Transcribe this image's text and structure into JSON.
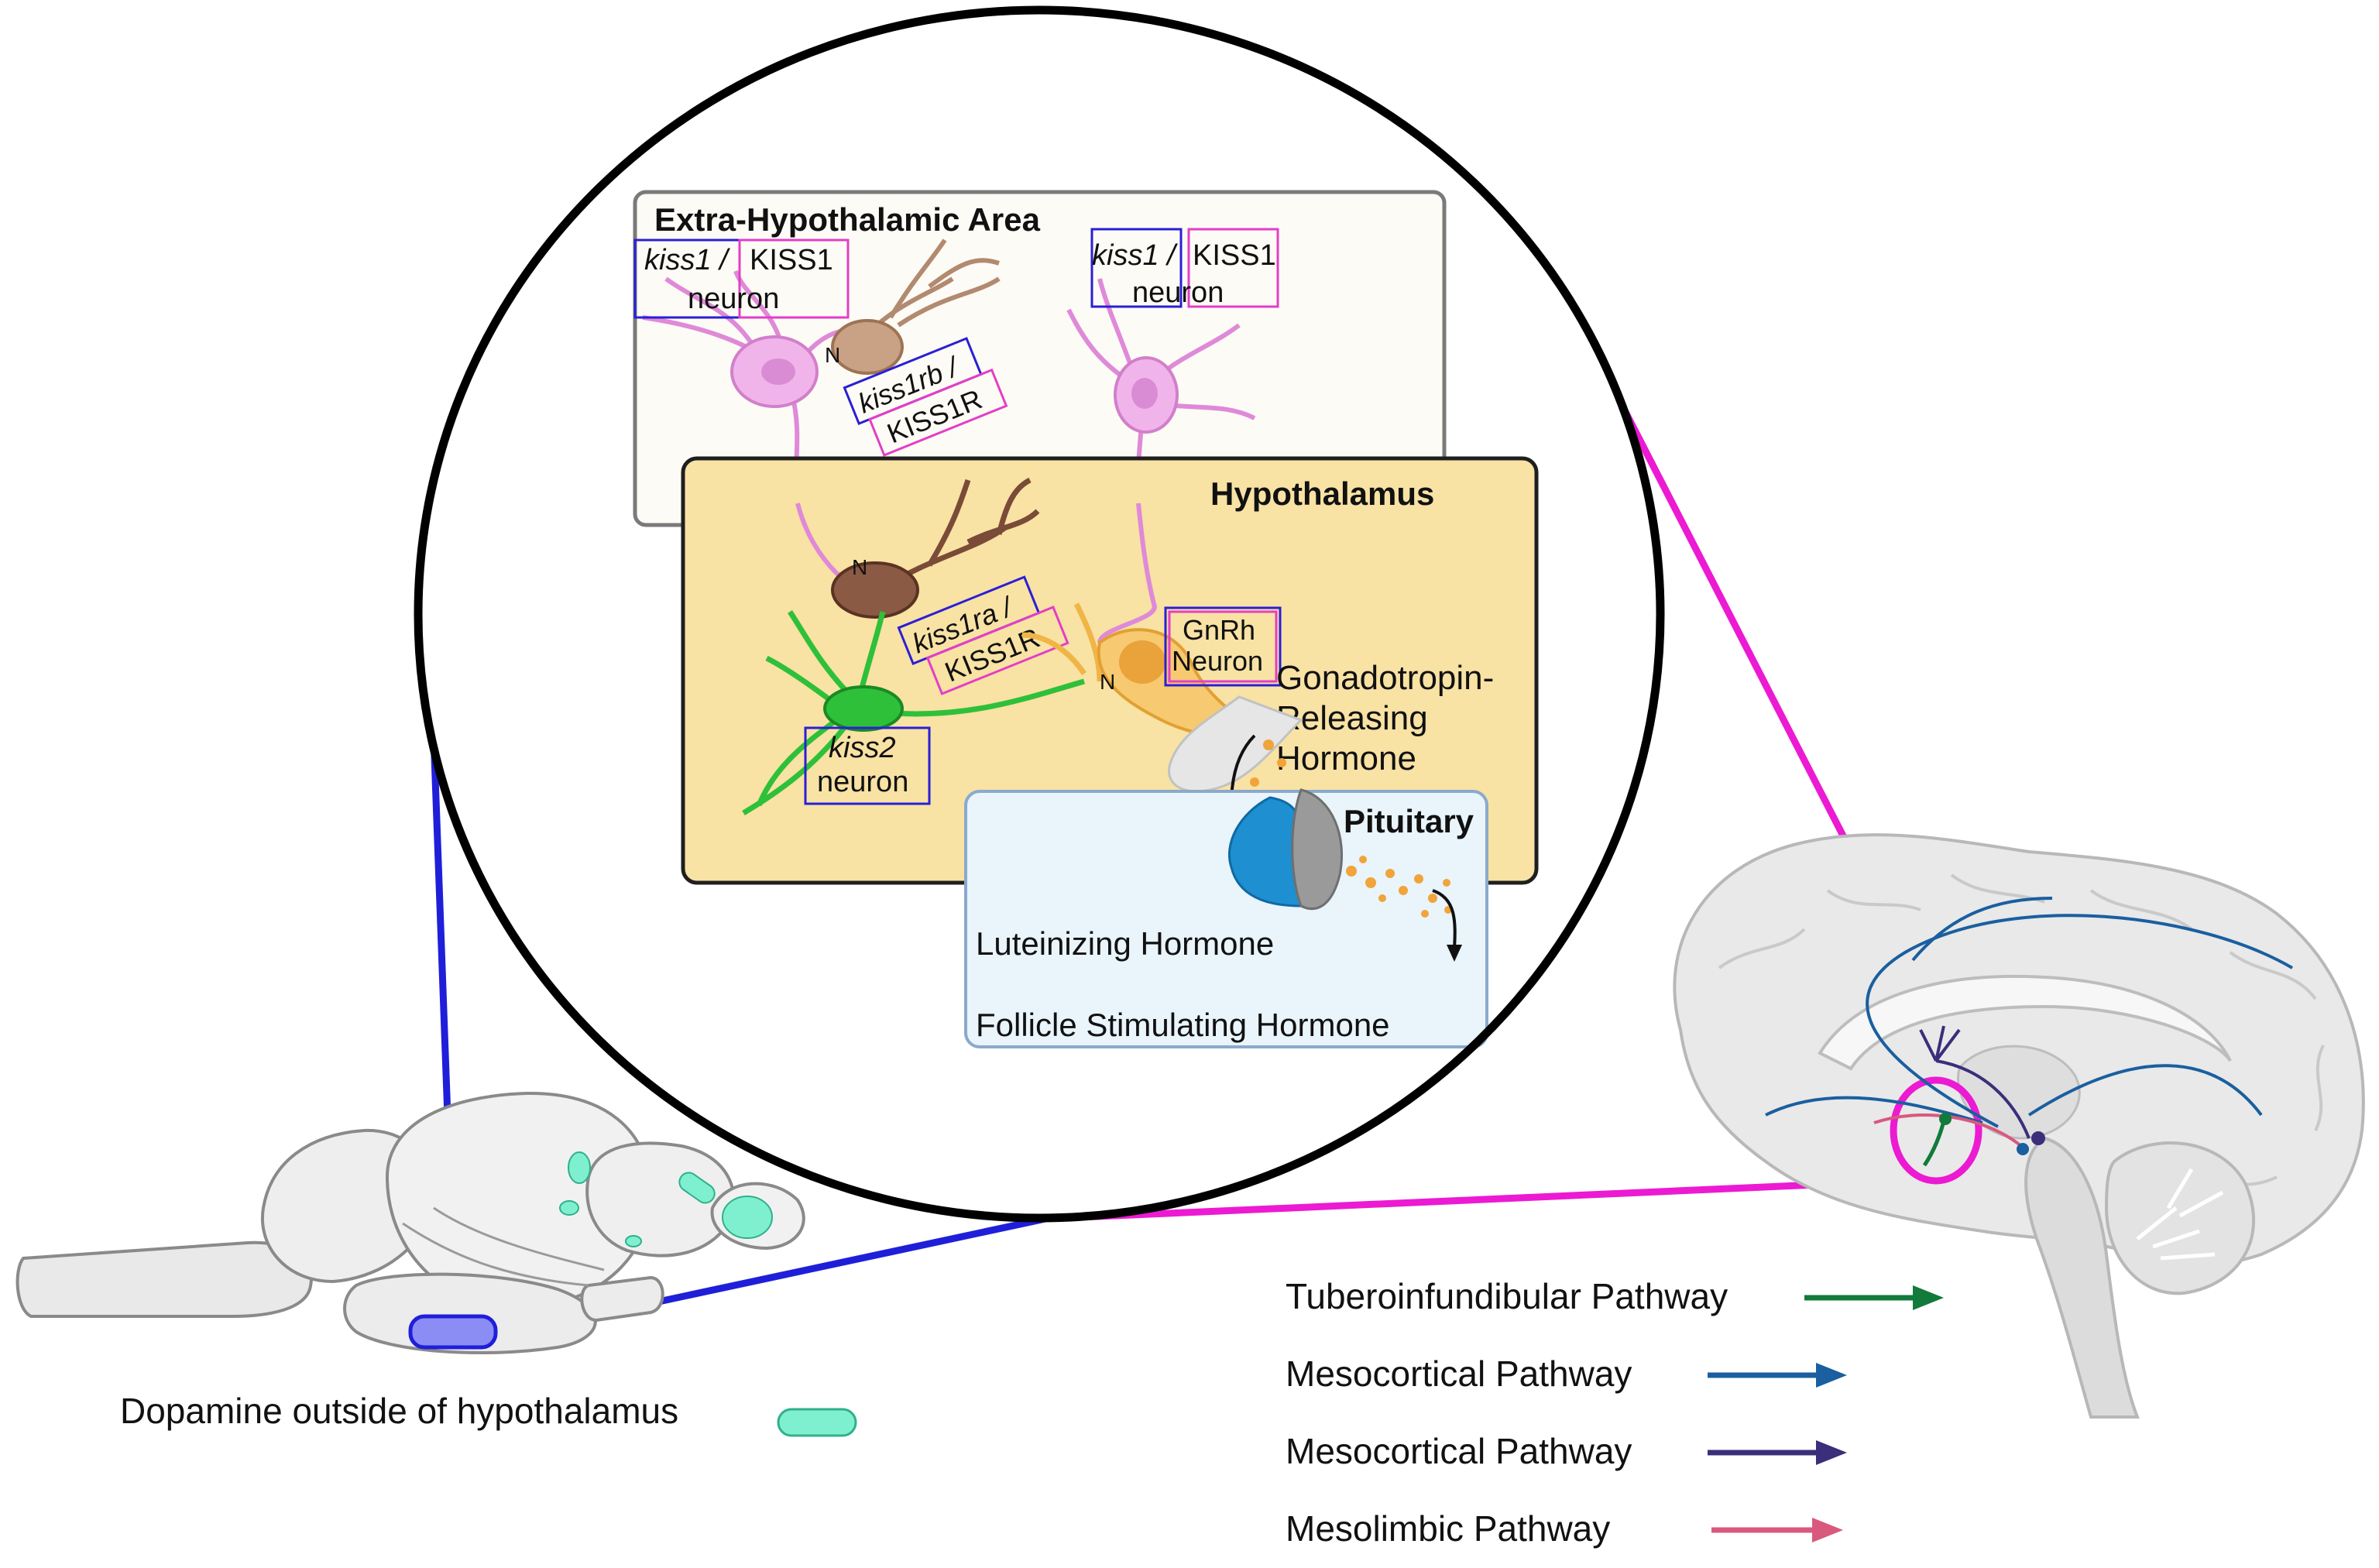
{
  "colors": {
    "kiss1_box": "#2a1fd6",
    "kiss1_protein_box": "#e43ec7",
    "zoom_blue": "#1f1fd9",
    "zoom_magenta": "#ec1ad2",
    "pathway_tuberoinfundibular": "#127a3a",
    "pathway_mesocortical_1": "#1a5f9f",
    "pathway_mesocortical_2": "#3b2e7a",
    "pathway_mesolimbic": "#d9587e",
    "dopamine": "#7ff0cf",
    "extra_hyp_bg": "#fdfbf5",
    "hyp_bg": "#f8e2a4",
    "pituitary_bg": "#e9f4fb"
  },
  "extra_hypothalamic": {
    "title": "Extra-Hypothalamic Area",
    "neuron1": {
      "gene": "kiss1 /",
      "protein": "KISS1",
      "cell": "neuron"
    },
    "neuron2": {
      "gene": "kiss1 /",
      "protein": "KISS1",
      "cell": "neuron"
    },
    "receptor_b": {
      "gene": "kiss1rb /",
      "protein": "KISS1R"
    }
  },
  "hypothalamus": {
    "title": "Hypothalamus",
    "receptor_a": {
      "gene": "kiss1ra /",
      "protein": "KISS1R"
    },
    "gnrh": {
      "line1": "GnRh",
      "line2": "Neuron"
    },
    "gnrh_hormone": {
      "line1": "Gonadotropin-",
      "line2": "Releasing",
      "line3": "Hormone"
    },
    "kiss2": {
      "gene": "kiss2",
      "cell": "neuron"
    }
  },
  "pituitary": {
    "title": "Pituitary",
    "lh": "Luteinizing Hormone",
    "fsh": "Follicle Stimulating Hormone"
  },
  "fish_brain": {
    "dopamine_label": "Dopamine outside of hypothalamus"
  },
  "legend": {
    "items": [
      {
        "label": "Tuberoinfundibular Pathway",
        "color": "#127a3a"
      },
      {
        "label": "Mesocortical Pathway",
        "color": "#1a5f9f"
      },
      {
        "label": "Mesocortical Pathway",
        "color": "#3b2e7a"
      },
      {
        "label": "Mesolimbic Pathway",
        "color": "#d9587e"
      }
    ]
  }
}
